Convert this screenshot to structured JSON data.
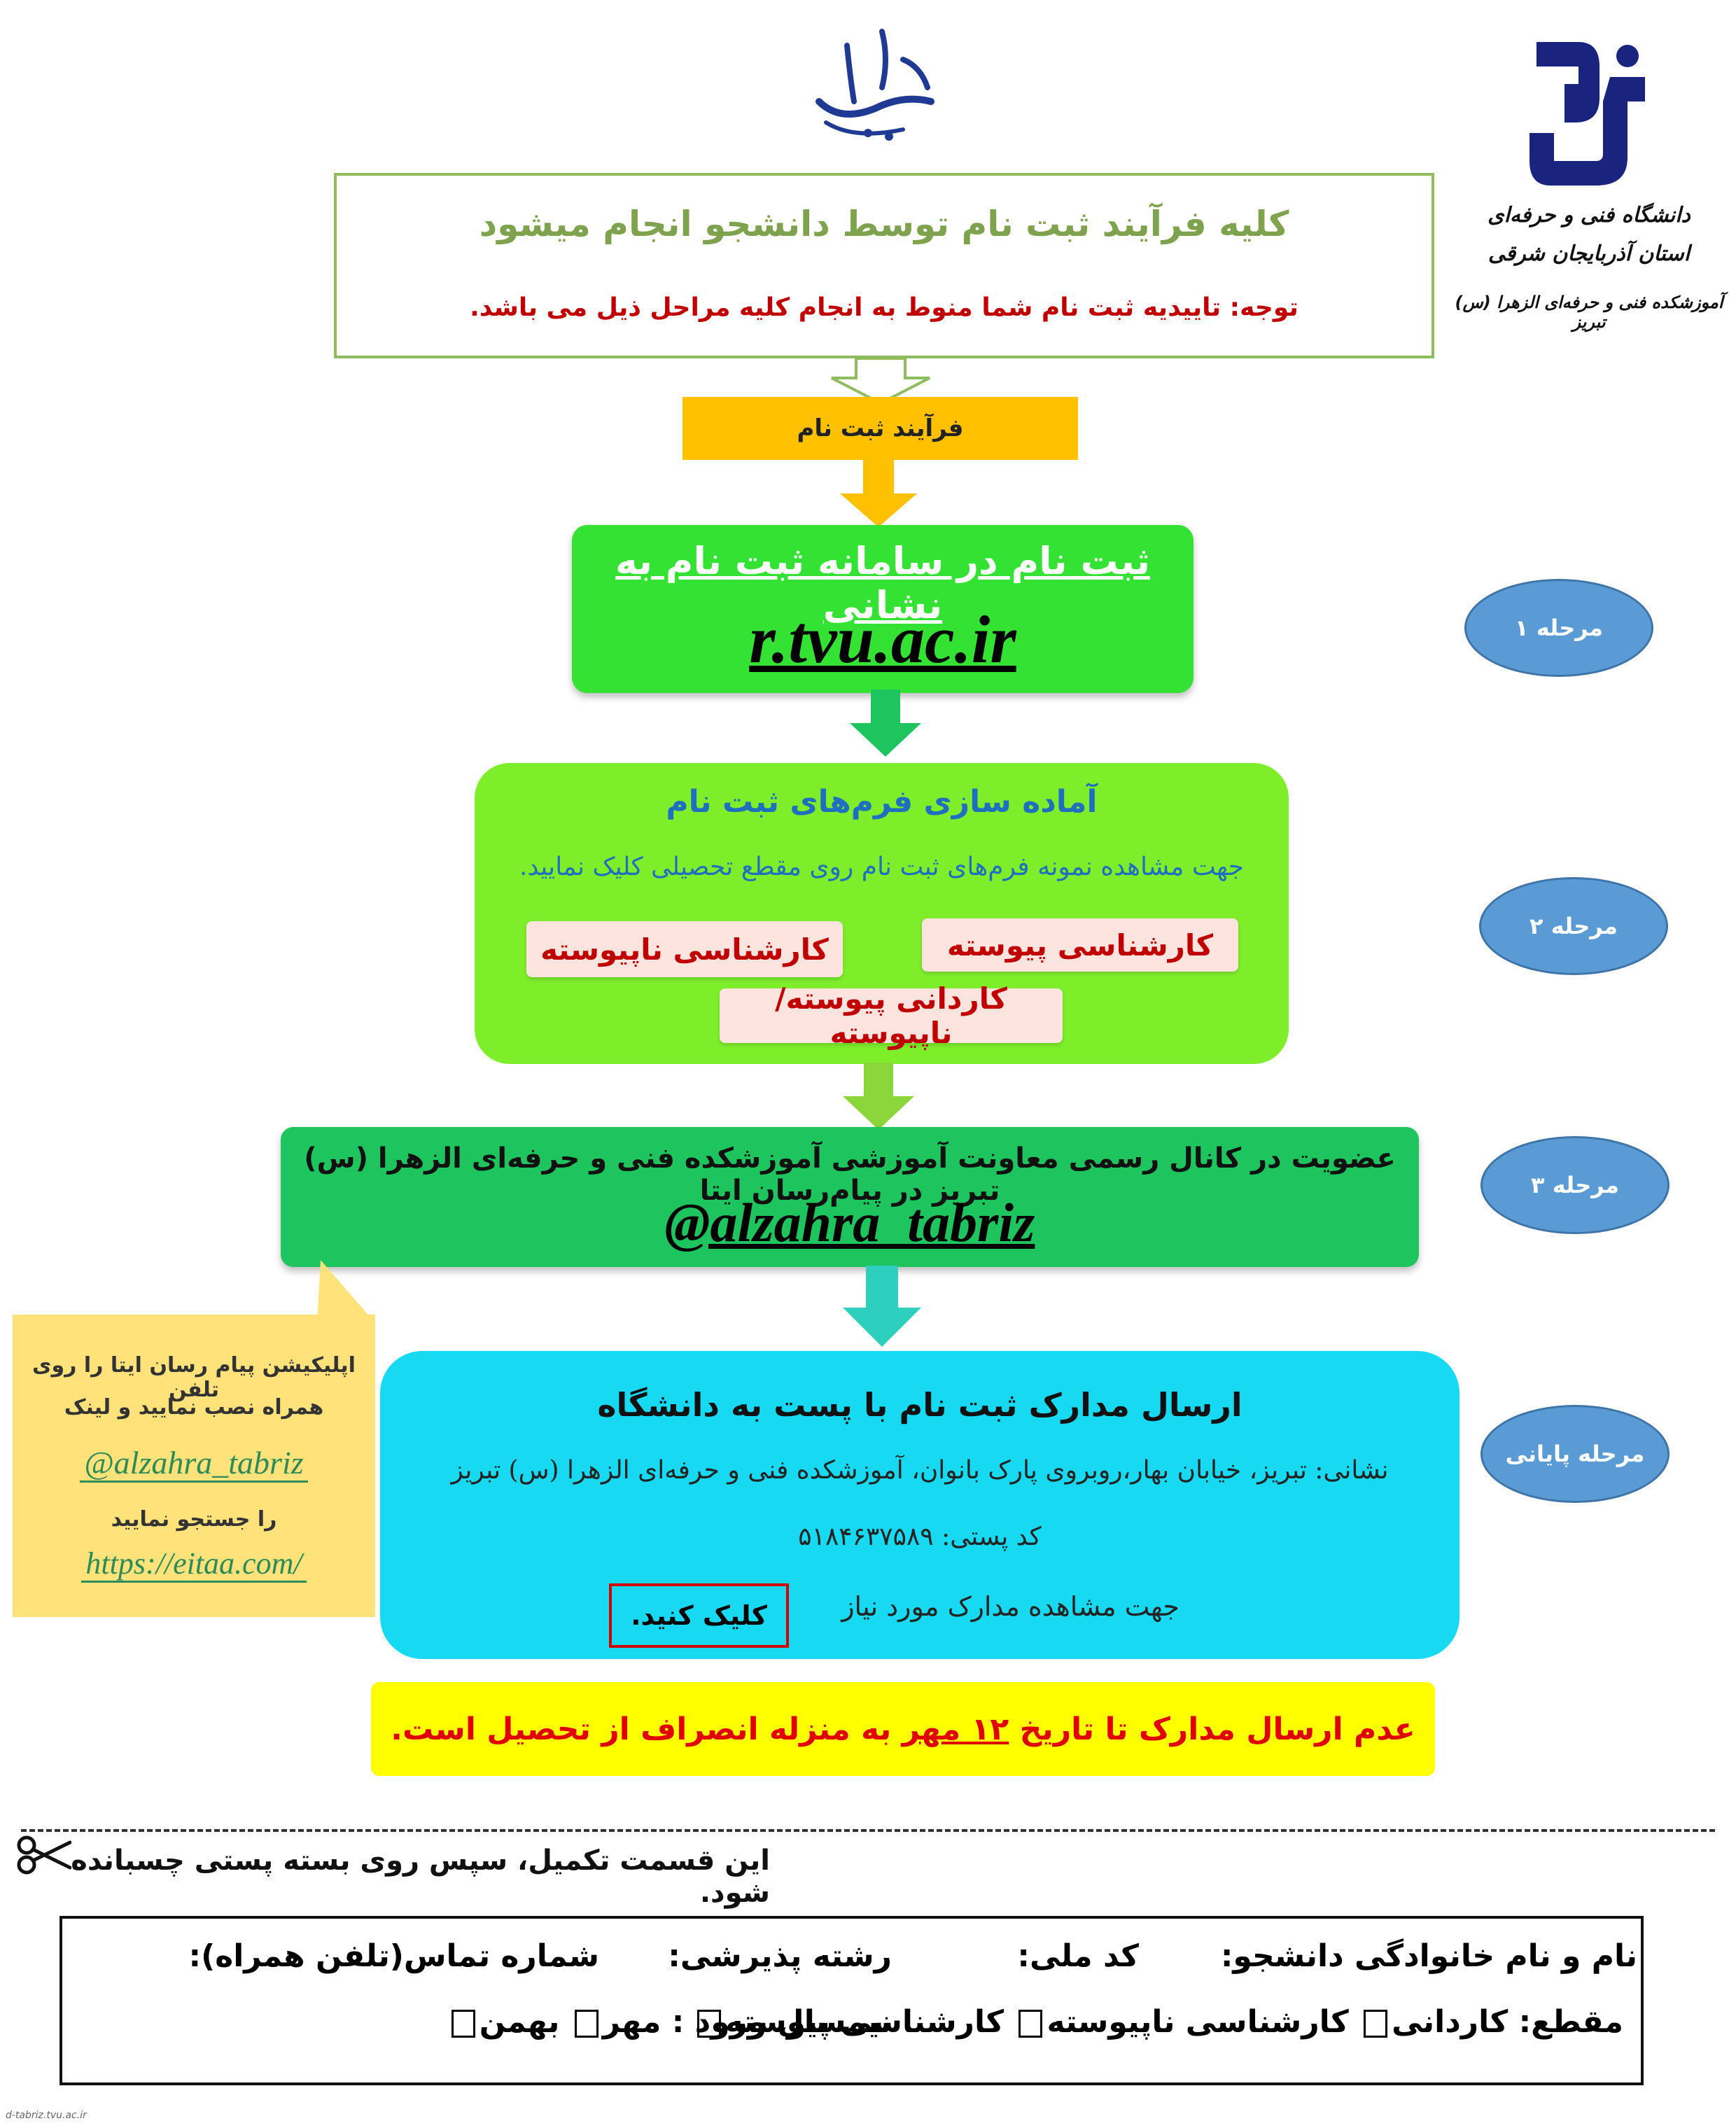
{
  "header": {
    "bismillah": "باسمه تعالی",
    "logo": {
      "line1": "دانشگاه فنی و حرفه‌ای",
      "line2": "استان آذربایجان شرقی",
      "line3": "آموزشکده فنی و حرفه‌ای الزهرا (س) تبریز"
    }
  },
  "notice": {
    "title": "کلیه فرآیند ثبت نام توسط دانشجو انجام میشود",
    "note": "توجه: تاییدیه ثبت نام شما منوط به انجام کلیه مراحل ذیل می باشد."
  },
  "process_label": "فرآیند ثبت نام",
  "stages": [
    "مرحله ۱",
    "مرحله ۲",
    "مرحله ۳",
    "مرحله پایانی"
  ],
  "step1": {
    "title": "ثبت نام در سامانه ثبت نام به نشانی",
    "url": "r.tvu.ac.ir"
  },
  "step2": {
    "title": "آماده سازی فرم‌های ثبت نام",
    "desc": "جهت مشاهده نمونه فرم‌های ثبت نام روی مقطع تحصیلی کلیک نمایید.",
    "buttons": {
      "bs_peyvasteh": "کارشناسی پیوسته",
      "bs_napeyvasteh": "کارشناسی ناپیوسته",
      "kardani": "کاردانی پیوسته/ناپیوسته"
    }
  },
  "step3": {
    "title": "عضویت در کانال رسمی معاونت آموزشی آموزشکده فنی و حرفه‌ای الزهرا (س) تبریز در پیام‌رسان ایتا",
    "handle": "@alzahra_tabriz"
  },
  "step4": {
    "title": "ارسال مدارک ثبت نام با پست به دانشگاه",
    "address": "نشانی: تبریز، خیابان بهار،روبروی پارک بانوان، آموزشکده فنی و حرفه‌ای الزهرا (س) تبریز",
    "postal": "کد پستی: ۵۱۸۴۶۳۷۵۸۹",
    "view_docs": "جهت مشاهده مدارک مورد نیاز",
    "click": "کلیک کنید."
  },
  "warning": {
    "pre": "عدم ارسال مدارک تا تاریخ",
    "date": "۱۲ مهر",
    "post": "به منزله انصراف از تحصیل است."
  },
  "callout": {
    "line1": "اپلیکیشن پیام رسان ایتا را روی تلفن",
    "line2": "همراه نصب نمایید و لینک",
    "handle": "@alzahra_tabriz",
    "line3": "را جستجو نمایید",
    "link": "https://eitaa.com/"
  },
  "cut_instruction": "این قسمت تکمیل، سپس روی بسته پستی چسبانده شود.",
  "form": {
    "name": "نام و نام خانوادگی دانشجو:",
    "national_id": "کد ملی:",
    "field": "رشته پذیرشی:",
    "phone": "شماره تماس(تلفن همراه):",
    "level_label": "مقطع:",
    "level_options": [
      "کاردانی",
      "کارشناسی ناپیوسته",
      "کارشناسی پیوسته"
    ],
    "semester_label": "نیمسال ورود :",
    "semester_options": [
      "مهر",
      "بهمن"
    ]
  },
  "footer_tag": "d-tabriz.tvu.ac.ir",
  "colors": {
    "notice_border": "#8fbc5f",
    "orange": "#ffc000",
    "step1": "#33e233",
    "step2": "#7eee2b",
    "step3": "#1ec45e",
    "step4": "#17d9f2",
    "warning": "#ffff00",
    "oval": "#5b9bd5",
    "logo_blue": "#1a237e"
  }
}
